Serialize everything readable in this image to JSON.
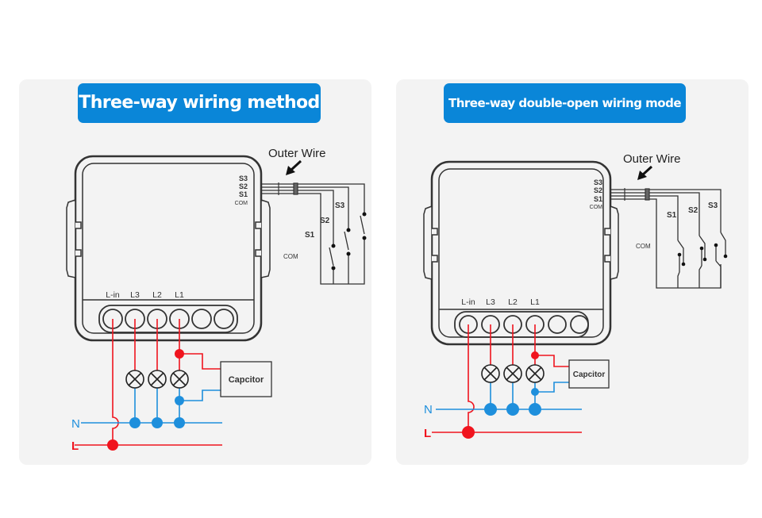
{
  "colors": {
    "accent": "#0a86d8",
    "live_wire": "#f0141e",
    "neutral_wire": "#1e8fdc",
    "outline": "#333333",
    "panel_bg": "#f3f3f3"
  },
  "left": {
    "title": "Three-way wiring method",
    "outer_wire_label": "Outer Wire",
    "module_switch_labels": [
      "S3",
      "S2",
      "S1",
      "COM"
    ],
    "terminal_labels": [
      "L-in",
      "L3",
      "L2",
      "L1"
    ],
    "external_switch_labels": {
      "s1": "S1",
      "s2": "S2",
      "s3": "S3",
      "com": "COM"
    },
    "capacitor_label": "Capcitor",
    "neutral_label": "N",
    "live_label": "L"
  },
  "right": {
    "title": "Three-way double-open wiring mode",
    "outer_wire_label": "Outer Wire",
    "module_switch_labels": [
      "S3",
      "S2",
      "S1",
      "COM"
    ],
    "terminal_labels": [
      "L-in",
      "L3",
      "L2",
      "L1"
    ],
    "external_switch_labels": {
      "s1": "S1",
      "s2": "S2",
      "s3": "S3",
      "com": "COM"
    },
    "capacitor_label": "Capcitor",
    "neutral_label": "N",
    "live_label": "L"
  }
}
